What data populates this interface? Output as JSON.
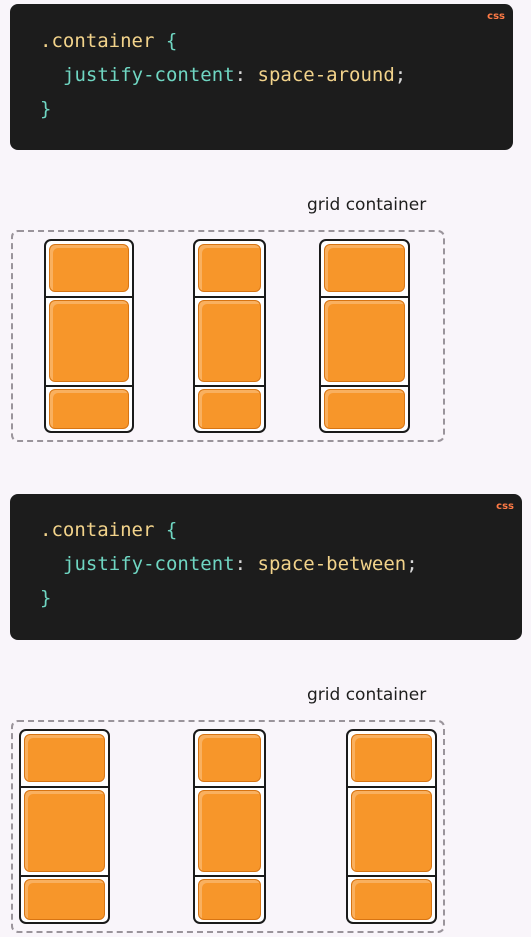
{
  "examples": [
    {
      "code": {
        "language": "css",
        "selector": ".container",
        "open_brace": "{",
        "property": "justify-content",
        "colon": ":",
        "value": "space-around",
        "semicolon": ";",
        "close_brace": "}"
      },
      "diagram": {
        "label": "grid container",
        "columns": 3,
        "rows": 3
      }
    },
    {
      "code": {
        "language": "css",
        "selector": ".container",
        "open_brace": "{",
        "property": "justify-content",
        "colon": ":",
        "value": "space-between",
        "semicolon": ";",
        "close_brace": "}"
      },
      "diagram": {
        "label": "grid container",
        "columns": 3,
        "rows": 3
      }
    }
  ],
  "colors": {
    "background": "#f9f5fa",
    "code_background": "#1c1c1c",
    "language_tag": "#ff7a45",
    "selector": "#f2d38b",
    "property": "#6fd6c2",
    "value": "#f2d38b",
    "grid_item": "#f7962a",
    "grid_border": "#1a1a1a",
    "dashed_border": "#9a949b"
  }
}
